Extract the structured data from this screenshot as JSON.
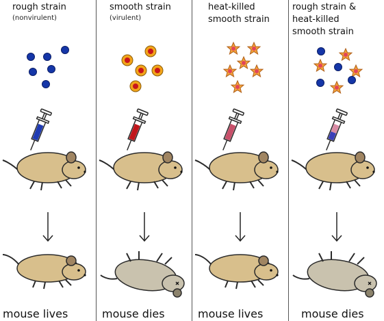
{
  "panels": [
    {
      "title_lines": [
        "rough strain"
      ],
      "subtitle": "(nonvirulent)",
      "bacteria": "rough-blue-dots",
      "syringe_color": "#1f3bb3",
      "outcome": "mouse lives"
    },
    {
      "title_lines": [
        "smooth strain"
      ],
      "subtitle": "(virulent)",
      "bacteria": "smooth-red-capsule",
      "syringe_color": "#c0161b",
      "outcome": "mouse dies"
    },
    {
      "title_lines": [
        "heat-killed",
        "smooth strain"
      ],
      "subtitle": "",
      "bacteria": "heat-killed-stars",
      "syringe_color": "#c8506a",
      "outcome": "mouse lives"
    },
    {
      "title_lines": [
        "rough strain &",
        "heat-killed",
        "smooth strain"
      ],
      "subtitle": "",
      "bacteria": "mixed",
      "syringe_color": "#d98ba4",
      "outcome": "mouse dies"
    }
  ],
  "colors": {
    "rough": "#1536a8",
    "capsule": "#f2a51a",
    "smooth_core": "#c8161b",
    "star_outer": "#f4a23a",
    "star_inner": "#e0455a",
    "mouse_alive": "#d8bf8c",
    "mouse_dead": "#c9c2ae",
    "outline": "#2a2a2a"
  },
  "icons": [
    "syringe-icon",
    "mouse-icon",
    "down-arrow-icon"
  ]
}
